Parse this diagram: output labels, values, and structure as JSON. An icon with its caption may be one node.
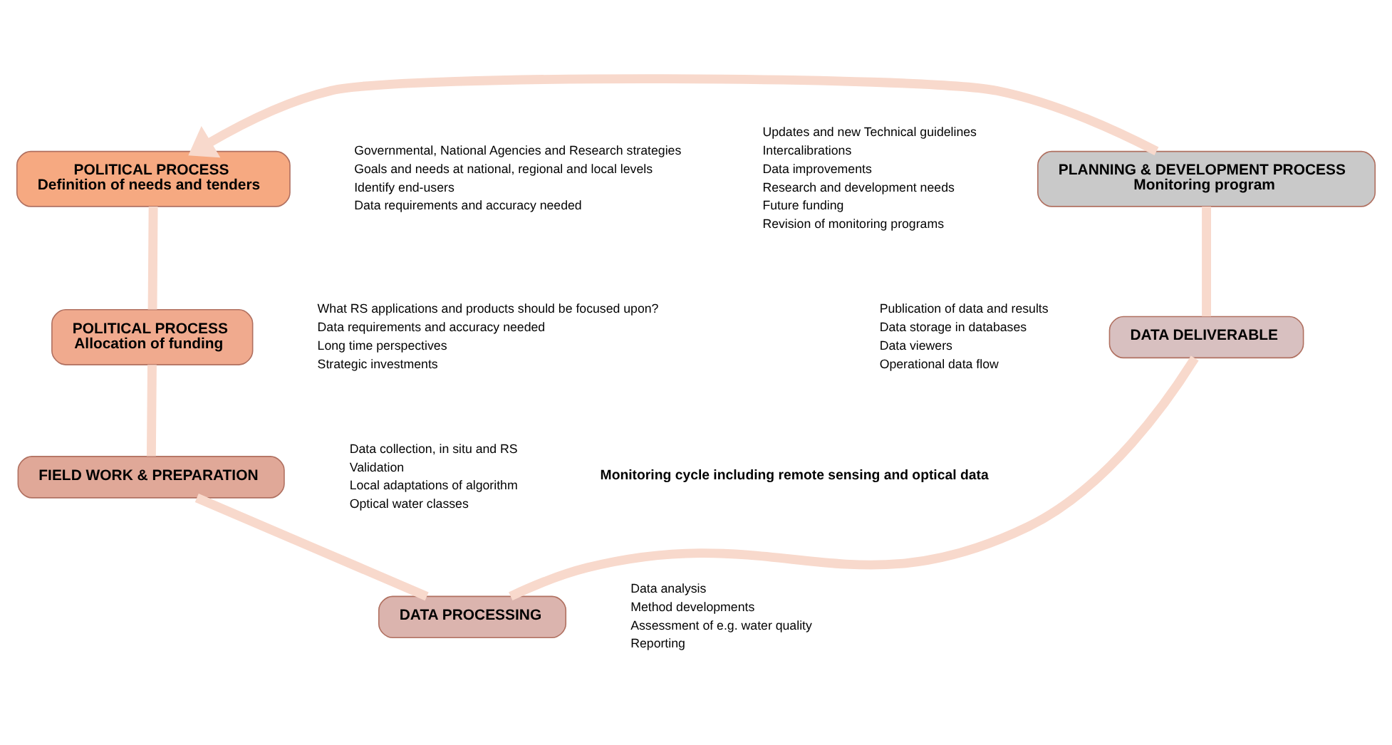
{
  "diagram": {
    "nodes": [
      {
        "text": [
          "POLITICAL PROCESS",
          "Definition of needs and tenders"
        ],
        "beside": [
          "Governmental, National Agencies and Research strategies",
          "Goals and needs at national, regional and local levels",
          "Identify end-users",
          "Data requirements and accuracy needed"
        ]
      },
      {
        "text": [
          "POLITICAL PROCESS",
          "Allocation of funding"
        ],
        "beside": [
          "What RS applications and products should be focused upon?",
          "Data requirements and accuracy needed",
          "Long time perspectives",
          "Strategic investments"
        ]
      },
      {
        "text": [
          "FIELD WORK & PREPARATION"
        ],
        "beside": [
          "Data collection, in situ and RS",
          "Validation",
          "Local adaptations of algorithm",
          "Optical water classes"
        ]
      },
      {
        "text": [
          "DATA PROCESSING"
        ],
        "beside": [
          "Data analysis",
          "Method developments",
          "Assessment of e.g. water quality",
          "Reporting"
        ]
      },
      {
        "text": [
          "DATA DELIVERABLE"
        ],
        "beside": [
          "Publication of data and results",
          "Data storage in databases",
          "Data viewers",
          "Operational data flow"
        ]
      },
      {
        "text": [
          "PLANNING & DEVELOPMENT PROCESS",
          "Monitoring program"
        ],
        "beside": [
          "Updates and new Technical guidelines",
          "Intercalibrations",
          "Data improvements",
          "Research and development needs",
          "Future funding",
          "Revision of monitoring programs"
        ]
      }
    ],
    "edges": [
      {
        "from": 0,
        "to": 1,
        "arrow": "none"
      },
      {
        "from": 1,
        "to": 2,
        "arrow": "none"
      },
      {
        "from": 2,
        "to": 3,
        "arrow": "none"
      },
      {
        "from": 3,
        "to": 4,
        "arrow": "none"
      },
      {
        "from": 4,
        "to": 5,
        "arrow": "none"
      },
      {
        "from": 5,
        "to": 0,
        "arrow": "to"
      }
    ],
    "labels": [
      "Monitoring cycle including remote sensing and optical data"
    ]
  }
}
